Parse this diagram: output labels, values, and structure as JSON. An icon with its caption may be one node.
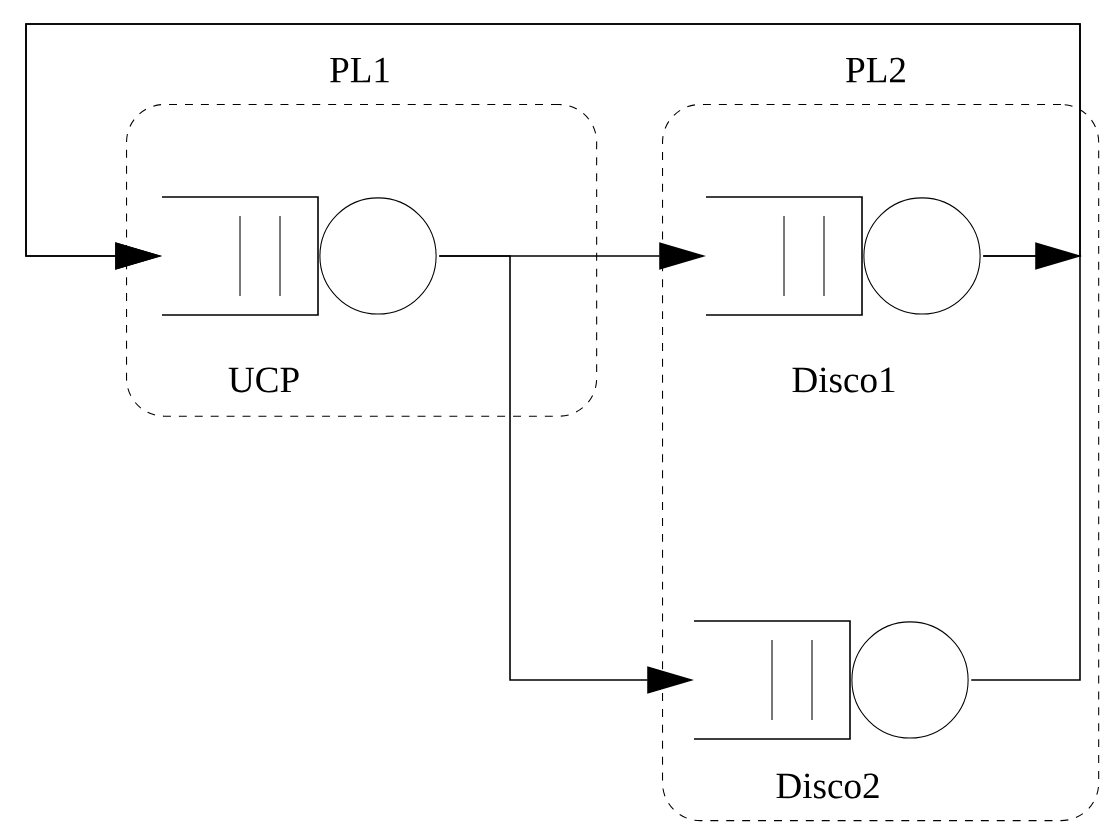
{
  "diagram": {
    "nodes": [
      {
        "text": [
          "PL1"
        ]
      },
      {
        "text": [
          "UCP"
        ],
        "in": 0
      },
      {
        "text": [
          "PL2"
        ]
      },
      {
        "text": [
          "Disco1"
        ],
        "in": 2
      },
      {
        "text": [
          "Disco2"
        ],
        "in": 2
      }
    ],
    "edges": [
      {
        "from": 1,
        "to": 3,
        "arrow": "to"
      },
      {
        "from": 1,
        "to": 4,
        "arrow": "to"
      },
      {
        "from": 3,
        "to": 1,
        "arrow": "to"
      },
      {
        "from": 4,
        "to": 1,
        "arrow": "to"
      }
    ]
  }
}
